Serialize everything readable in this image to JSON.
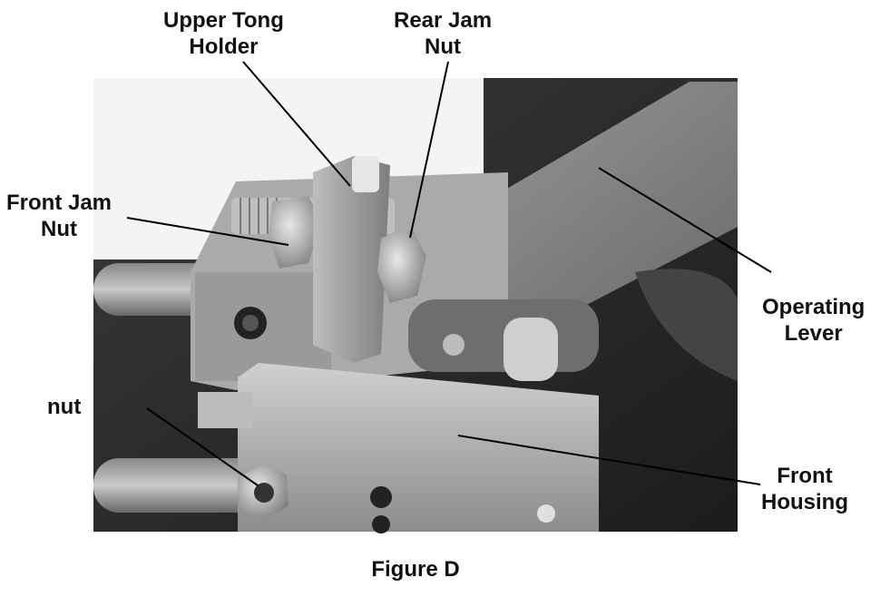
{
  "figure": {
    "caption": "Figure D",
    "callouts": {
      "upper_tong_holder": {
        "line1": "Upper Tong",
        "line2": "Holder"
      },
      "rear_jam_nut": {
        "line1": "Rear Jam",
        "line2": "Nut"
      },
      "front_jam_nut": {
        "line1": "Front Jam",
        "line2": "Nut"
      },
      "operating_lever": {
        "line1": "Operating",
        "line2": "Lever"
      },
      "nut": {
        "line1": "nut"
      },
      "front_housing": {
        "line1": "Front",
        "line2": "Housing"
      }
    }
  }
}
